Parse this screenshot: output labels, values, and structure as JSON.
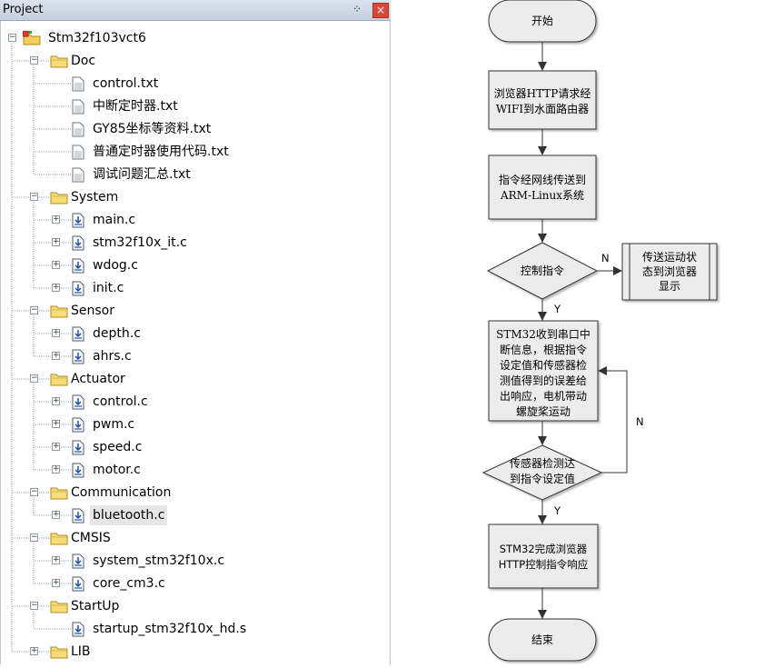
{
  "panel": {
    "title": "Project",
    "pin_glyph": "⁘",
    "close_glyph": "×"
  },
  "tree": [
    {
      "label": "Stm32f103vct6",
      "type": "project",
      "level": 0,
      "expander": "−",
      "selected": false
    },
    {
      "label": "Doc",
      "type": "folder",
      "level": 1,
      "expander": "−",
      "selected": false
    },
    {
      "label": "control.txt",
      "type": "txt",
      "level": 2,
      "expander": null,
      "selected": false
    },
    {
      "label": "中断定时器.txt",
      "type": "txt",
      "level": 2,
      "expander": null,
      "selected": false
    },
    {
      "label": "GY85坐标等资料.txt",
      "type": "txt",
      "level": 2,
      "expander": null,
      "selected": false
    },
    {
      "label": "普通定时器使用代码.txt",
      "type": "txt",
      "level": 2,
      "expander": null,
      "selected": false
    },
    {
      "label": "调试问题汇总.txt",
      "type": "txt",
      "level": 2,
      "expander": null,
      "selected": false
    },
    {
      "label": "System",
      "type": "folder",
      "level": 1,
      "expander": "−",
      "selected": false
    },
    {
      "label": "main.c",
      "type": "c",
      "level": 2,
      "expander": "+",
      "selected": false
    },
    {
      "label": "stm32f10x_it.c",
      "type": "c",
      "level": 2,
      "expander": "+",
      "selected": false
    },
    {
      "label": "wdog.c",
      "type": "c",
      "level": 2,
      "expander": "+",
      "selected": false
    },
    {
      "label": "init.c",
      "type": "c",
      "level": 2,
      "expander": "+",
      "selected": false
    },
    {
      "label": "Sensor",
      "type": "folder",
      "level": 1,
      "expander": "−",
      "selected": false
    },
    {
      "label": "depth.c",
      "type": "c",
      "level": 2,
      "expander": "+",
      "selected": false
    },
    {
      "label": "ahrs.c",
      "type": "c",
      "level": 2,
      "expander": "+",
      "selected": false
    },
    {
      "label": "Actuator",
      "type": "folder",
      "level": 1,
      "expander": "−",
      "selected": false
    },
    {
      "label": "control.c",
      "type": "c",
      "level": 2,
      "expander": "+",
      "selected": false
    },
    {
      "label": "pwm.c",
      "type": "c",
      "level": 2,
      "expander": "+",
      "selected": false
    },
    {
      "label": "speed.c",
      "type": "c",
      "level": 2,
      "expander": "+",
      "selected": false
    },
    {
      "label": "motor.c",
      "type": "c",
      "level": 2,
      "expander": "+",
      "selected": false
    },
    {
      "label": "Communication",
      "type": "folder",
      "level": 1,
      "expander": "−",
      "selected": false
    },
    {
      "label": "bluetooth.c",
      "type": "c",
      "level": 2,
      "expander": "+",
      "selected": true
    },
    {
      "label": "CMSIS",
      "type": "folder",
      "level": 1,
      "expander": "−",
      "selected": false
    },
    {
      "label": "system_stm32f10x.c",
      "type": "c",
      "level": 2,
      "expander": "+",
      "selected": false
    },
    {
      "label": "core_cm3.c",
      "type": "c",
      "level": 2,
      "expander": "+",
      "selected": false
    },
    {
      "label": "StartUp",
      "type": "folder",
      "level": 1,
      "expander": "−",
      "selected": false
    },
    {
      "label": "startup_stm32f10x_hd.s",
      "type": "c",
      "level": 2,
      "expander": null,
      "selected": false
    },
    {
      "label": "LIB",
      "type": "folder",
      "level": 1,
      "expander": "+",
      "selected": false
    }
  ],
  "flowchart": {
    "start": "开始",
    "step1": [
      "浏览器HTTP请求经",
      "WIFI到水面路由器"
    ],
    "step2": [
      "指令经网线传送到",
      "ARM-Linux系统"
    ],
    "decision1": "控制指令",
    "side_box": [
      "传送运动状",
      "态到浏览器",
      "显示"
    ],
    "n_label_1": "N",
    "y_label_1": "Y",
    "step3": [
      "STM32收到串口中",
      "断信息，根据指令",
      "设定值和传感器检",
      "测值得到的误差给",
      "出响应，电机带动",
      "螺旋桨运动"
    ],
    "decision2": [
      "传感器检测达",
      "到指令设定值"
    ],
    "n_label_2": "N",
    "y_label_2": "Y",
    "step4": [
      "STM32完成浏览器",
      "HTTP控制指令响应"
    ],
    "end": "结束"
  }
}
